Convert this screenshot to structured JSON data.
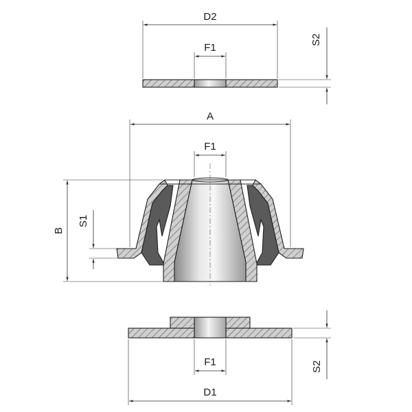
{
  "labels": {
    "top_d2": "D2",
    "top_f1": "F1",
    "top_s2": "S2",
    "mid_a": "A",
    "mid_f1": "F1",
    "mid_b": "B",
    "mid_s1": "S1",
    "bot_f1": "F1",
    "bot_s2": "S2",
    "bot_d1": "D1"
  },
  "colors": {
    "line": "#1f1f1f",
    "hatch_fill": "#c9c9c9",
    "bore_light": "#f2f2f2",
    "bore_dark": "#8a8a8a",
    "rubber": "#555555"
  }
}
